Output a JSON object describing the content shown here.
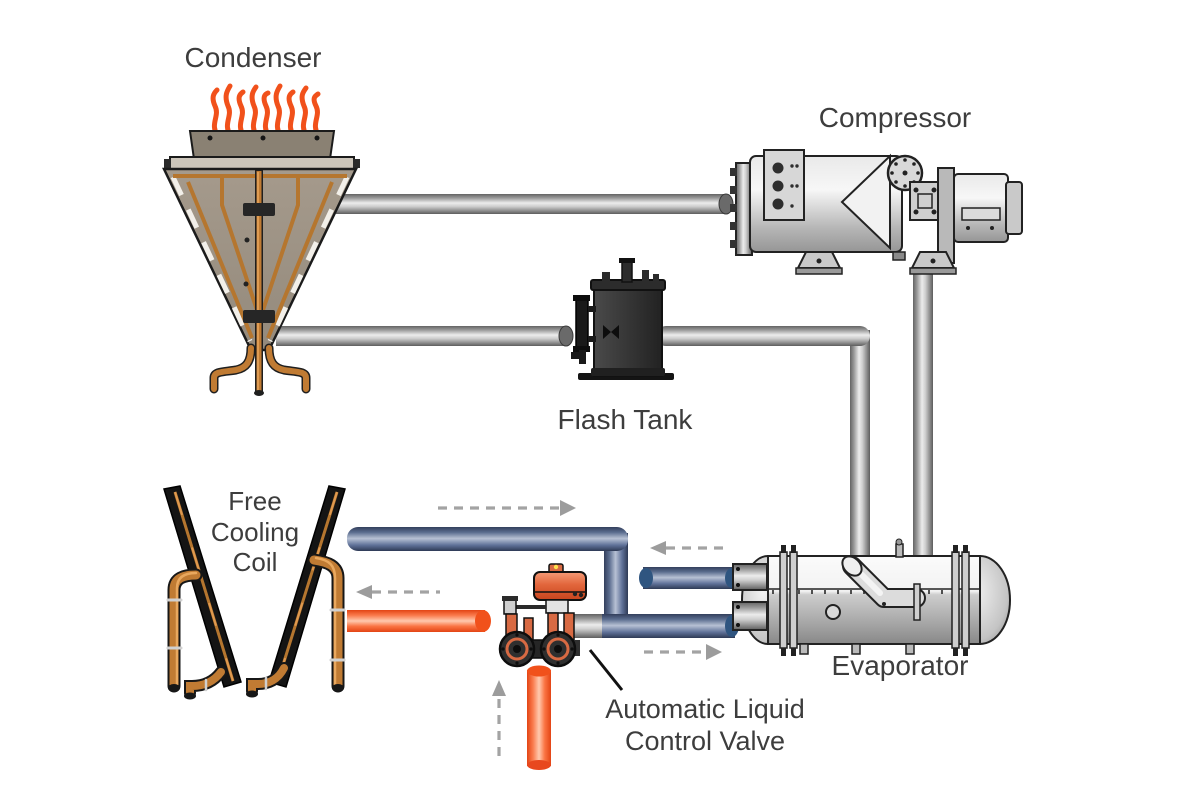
{
  "diagram": {
    "title": "Chiller free-cooling refrigeration cycle diagram",
    "background": "#ffffff",
    "labels": {
      "condenser": "Condenser",
      "compressor": "Compressor",
      "flash_tank": "Flash Tank",
      "free_cooling_coil": "Free\nCooling\nCoil",
      "evaporator": "Evaporator",
      "control_valve": "Automatic Liquid\nControl Valve"
    },
    "colors": {
      "hot_flame_orange": "#f1511b",
      "chilled_water_blue": "#41526f",
      "refrigerant_pipe_gray": "#b5b5b5",
      "copper_coil": "#c07b33",
      "flash_tank_dark": "#2e2e2e",
      "condenser_tan": "#9c9183",
      "label_text": "#3d3d3d",
      "flow_arrow_gray": "#a3a3a3"
    },
    "flow_arrows": [
      {
        "id": "coil-supply",
        "direction": "right"
      },
      {
        "id": "evaporator-out",
        "direction": "left"
      },
      {
        "id": "coil-return",
        "direction": "left"
      },
      {
        "id": "evaporator-in",
        "direction": "right"
      },
      {
        "id": "riser-up",
        "direction": "up"
      }
    ]
  }
}
